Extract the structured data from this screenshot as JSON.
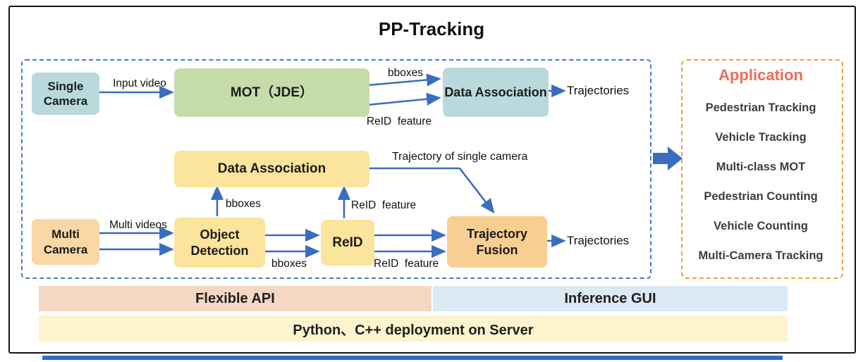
{
  "title": "PP-Tracking",
  "single": {
    "camera_label": "Single Camera",
    "input_label": "Input video",
    "mot_label": "MOT（JDE）",
    "bboxes_label": "bboxes",
    "reid_feature_label": "ReID  feature",
    "data_association_label": "Data Association",
    "output_label": "Trajectories"
  },
  "multi": {
    "camera_label": "Multi Camera",
    "input_label": "Multi videos",
    "data_association_label": "Data Association",
    "trajectory_label": "Trajectory of single camera",
    "object_detection_label": "Object Detection",
    "bboxes_up_label": "bboxes",
    "bboxes_label": "bboxes",
    "reid_label": "ReID",
    "reid_feature_up_label": "ReID  feature",
    "reid_feature_label": "ReID  feature",
    "trajectory_fusion_label": "Trajectory Fusion",
    "output_label": "Trajectories"
  },
  "application": {
    "title": "Application",
    "items": [
      "Pedestrian Tracking",
      "Vehicle Tracking",
      "Multi-class MOT",
      "Pedestrian Counting",
      "Vehicle Counting",
      "Multi-Camera Tracking"
    ]
  },
  "footer": {
    "flexible_api": "Flexible API",
    "inference_gui": "Inference GUI",
    "deployment": "Python、C++ deployment on Server"
  },
  "colors": {
    "arrow": "#3a6dbf",
    "main_border": "#4a7dbe",
    "app_border": "#e9a23b",
    "app_title": "#ee6a5a",
    "single_camera_bg": "#b9d9dd",
    "mot_bg": "#c6dcab",
    "yellow_bg": "#fbe49b",
    "multi_camera_bg": "#fad7a5",
    "trajectory_fusion_bg": "#f8cf92",
    "flexible_api_bg": "#f5d8c3",
    "inference_gui_bg": "#dbe9f5",
    "deployment_bg": "#fdf3cf"
  }
}
